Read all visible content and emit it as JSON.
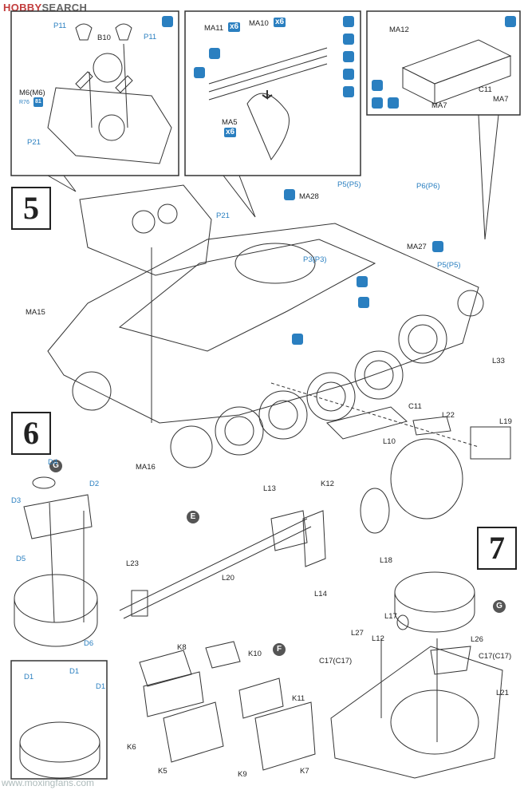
{
  "header": {
    "logo_hobby": "HOBBY",
    "logo_search": "SEARCH"
  },
  "steps": {
    "s5": "5",
    "s6": "6",
    "s7": "7"
  },
  "circles": {
    "g1": "G",
    "e": "E",
    "f": "F",
    "g2": "G"
  },
  "box1": {
    "p11a": "P11",
    "b10": "B10",
    "p11b": "P11",
    "m6": "M6(M6)",
    "r76": "R76",
    "r81": "81",
    "p21": "P21"
  },
  "box2": {
    "ma11": "MA11",
    "x6a": "x6",
    "ma10": "MA10",
    "x6b": "x6",
    "ma5": "MA5",
    "x6c": "x6"
  },
  "box3": {
    "ma12": "MA12",
    "c11": "C11",
    "ma7a": "MA7",
    "ma7b": "MA7"
  },
  "step5": {
    "p21": "P21",
    "ma28": "MA28",
    "p5p5a": "P5(P5)",
    "p6p6": "P6(P6)",
    "ma27": "MA27",
    "p3p3": "P3(P3)",
    "p5p5b": "P5(P5)",
    "ma15": "MA15",
    "l33": "L33",
    "c11": "C11",
    "l22": "L22",
    "l19": "L19",
    "l10": "L10",
    "ma16": "MA16"
  },
  "step6": {
    "d4": "D4",
    "d2": "D2",
    "d3": "D3",
    "d5": "D5",
    "d6": "D6",
    "d1a": "D1",
    "d1b": "D1",
    "d1c": "D1",
    "l13": "L13",
    "k12": "K12",
    "l18": "L18",
    "l14": "L14",
    "l23": "L23",
    "l20": "L20",
    "k8": "K8",
    "k10": "K10",
    "k11": "K11",
    "k6": "K6",
    "k5": "K5",
    "k9": "K9",
    "k7": "K7"
  },
  "step7": {
    "l17": "L17",
    "l27": "L27",
    "l12": "L12",
    "l26": "L26",
    "c17a": "C17(C17)",
    "c17b": "C17(C17)",
    "l21": "L21"
  },
  "watermark": "www.moxingfans.com",
  "colors": {
    "accent": "#2a7fc0",
    "line": "#333333",
    "brand": "#c23c3c"
  }
}
